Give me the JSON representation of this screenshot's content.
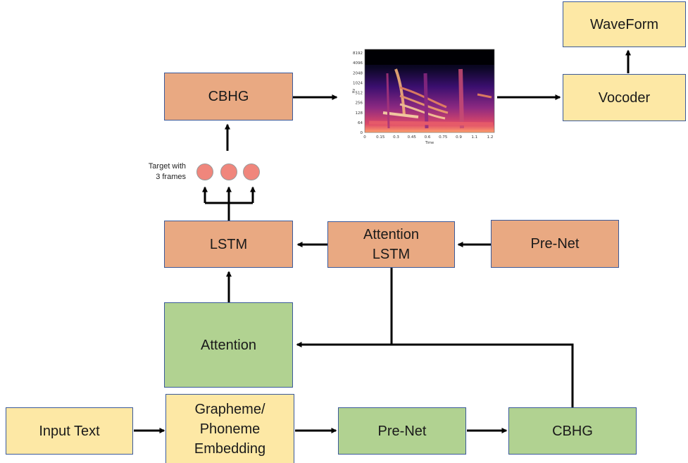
{
  "boxes": {
    "waveform": "WaveForm",
    "vocoder": "Vocoder",
    "cbhg_top": "CBHG",
    "lstm": "LSTM",
    "attention_lstm": "Attention\nLSTM",
    "prenet_top": "Pre-Net",
    "attention": "Attention",
    "input_text": "Input Text",
    "embedding": "Grapheme/\nPhoneme\nEmbedding",
    "prenet_bottom": "Pre-Net",
    "cbhg_bottom": "CBHG"
  },
  "target_label": "Target with\n3 frames",
  "colors": {
    "orange": "#e9a982",
    "green": "#b1d291",
    "yellow": "#fde8a5",
    "border": "#3b5a9a",
    "arrow": "#000000",
    "circle": "#f0867c"
  },
  "spectrogram": {
    "y_ticks": [
      "8192",
      "4096",
      "2048",
      "1024",
      "512",
      "256",
      "128",
      "64",
      "0"
    ],
    "x_ticks": [
      "0",
      "0.15",
      "0.3",
      "0.45",
      "0.6",
      "0.75",
      "0.9",
      "1.1",
      "1.2"
    ],
    "y_axis_label": "Hz",
    "x_axis_label": "Time"
  }
}
